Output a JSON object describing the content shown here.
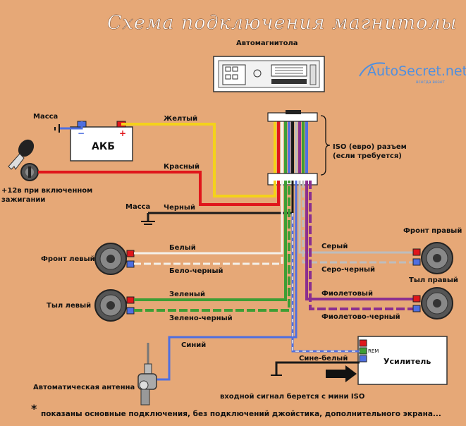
{
  "title": "Схема подключения магнитолы",
  "watermark": {
    "brand": "AutoSecret.net",
    "tagline": "всегда везет"
  },
  "head_unit": {
    "label": "Автомагнитола"
  },
  "iso": {
    "label_line1": "ISO (евро) разъем",
    "label_line2": "(если требуется)"
  },
  "battery": {
    "label": "АКБ",
    "minus": "−",
    "plus": "+"
  },
  "ground_labels": {
    "battery_ground": "Масса",
    "main_ground": "Масса"
  },
  "ignition": {
    "line1": "+12в при включенном",
    "line2": "зажигании"
  },
  "wires": {
    "yellow": "Желтый",
    "red": "Красный",
    "black": "Черный",
    "white": "Белый",
    "white_black": "Бело-черный",
    "green": "Зеленый",
    "green_black": "Зелено-черный",
    "blue": "Синий",
    "gray": "Серый",
    "gray_black": "Серо-черный",
    "violet": "Фиолетовый",
    "violet_black": "Фиолетово-черный",
    "blue_white": "Сине-белый"
  },
  "speakers": {
    "front_left": "Фронт левый",
    "rear_left": "Тыл левый",
    "front_right": "Фронт правый",
    "rear_right": "Тыл правый"
  },
  "amplifier": {
    "label": "Усилитель",
    "rem": "REM"
  },
  "antenna": {
    "label": "Автоматическая антенна"
  },
  "notes": {
    "input_signal": "входной сигнал берется с мини ISO",
    "asterisk": "*",
    "footnote": "показаны основные подключения, без подключений джойстика, дополнительного экрана..."
  },
  "colors": {
    "background": "#E6A877",
    "yellow": "#F4D21A",
    "red": "#E0161B",
    "black": "#1a1a1a",
    "white": "#F4F0E8",
    "green": "#3E9E35",
    "blue": "#4F6FE0",
    "gray": "#BDBDBD",
    "violet": "#8B2F8F"
  }
}
